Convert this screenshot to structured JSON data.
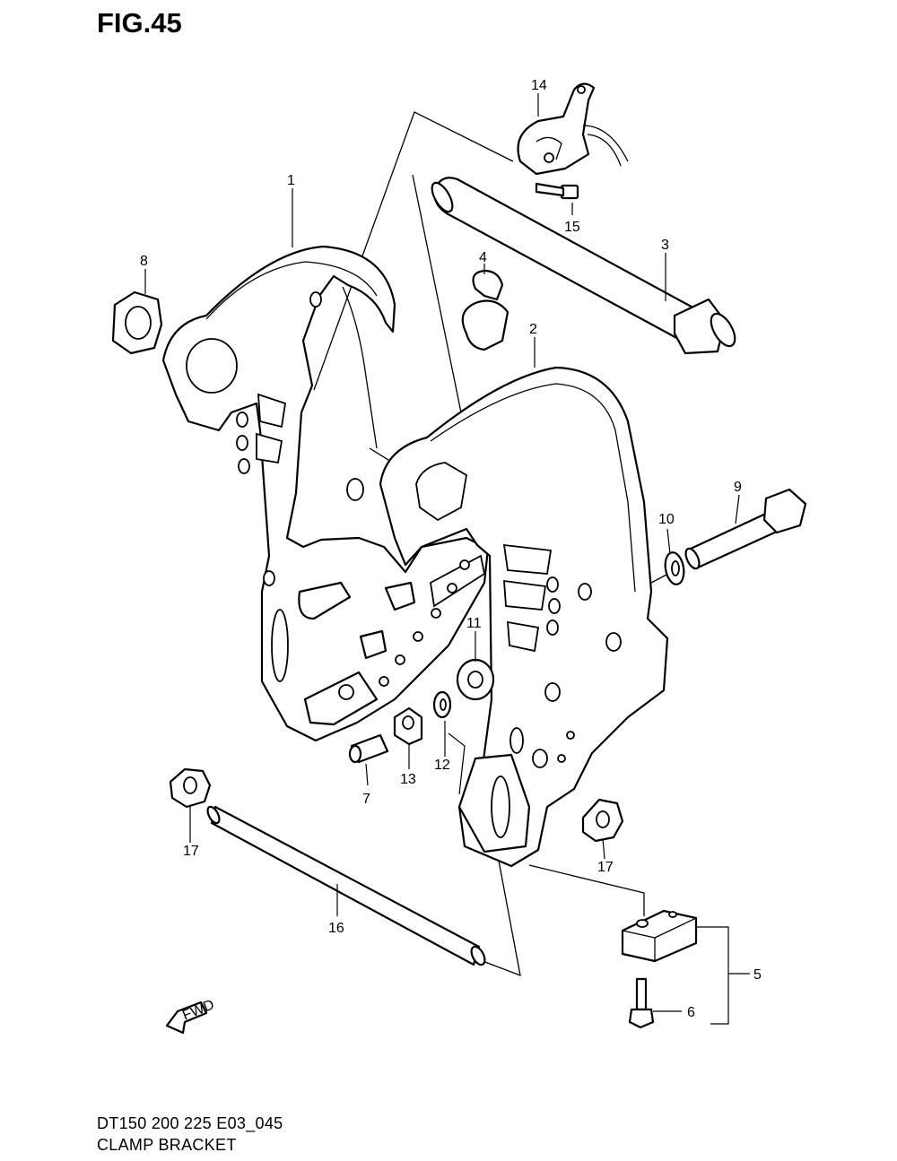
{
  "figure": {
    "title": "FIG.45",
    "footer_line1": "DT150 200 225 E03_045",
    "footer_line2": "CLAMP BRACKET",
    "fwd_label": "FWD"
  },
  "callouts": [
    {
      "id": "c1",
      "label": "1"
    },
    {
      "id": "c2",
      "label": "2"
    },
    {
      "id": "c3",
      "label": "3"
    },
    {
      "id": "c4",
      "label": "4"
    },
    {
      "id": "c5",
      "label": "5"
    },
    {
      "id": "c6",
      "label": "6"
    },
    {
      "id": "c7",
      "label": "7"
    },
    {
      "id": "c8",
      "label": "8"
    },
    {
      "id": "c9",
      "label": "9"
    },
    {
      "id": "c10",
      "label": "10"
    },
    {
      "id": "c11",
      "label": "11"
    },
    {
      "id": "c12",
      "label": "12"
    },
    {
      "id": "c13",
      "label": "13"
    },
    {
      "id": "c14",
      "label": "14"
    },
    {
      "id": "c15",
      "label": "15"
    },
    {
      "id": "c16",
      "label": "16"
    },
    {
      "id": "c17a",
      "label": "17"
    },
    {
      "id": "c17b",
      "label": "17"
    }
  ]
}
